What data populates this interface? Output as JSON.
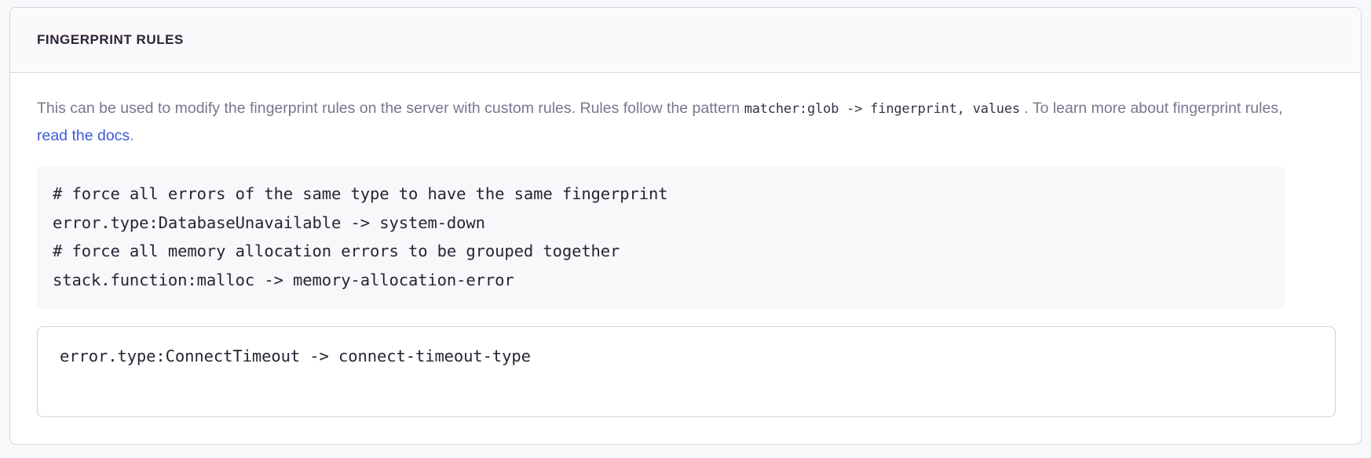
{
  "panel": {
    "title": "FINGERPRINT RULES",
    "description": {
      "part1": "This can be used to modify the fingerprint rules on the server with custom rules. Rules follow the pattern ",
      "code": "matcher:glob -> fingerprint, values",
      "part2": " . To learn more about fingerprint rules, ",
      "link_text": "read the docs",
      "part3": "."
    },
    "example_block": {
      "lines": [
        "# force all errors of the same type to have the same fingerprint",
        "error.type:DatabaseUnavailable -> system-down",
        "# force all memory allocation errors to be grouped together",
        "stack.function:malloc -> memory-allocation-error"
      ]
    },
    "rules_input": {
      "value": "error.type:ConnectTimeout -> connect-timeout-type",
      "placeholder": ""
    }
  },
  "colors": {
    "page_background": "#f7f8f9",
    "panel_background": "#ffffff",
    "panel_border": "#d7d5e0",
    "header_background": "#fafafc",
    "title_text": "#2f2236",
    "description_text": "#7a7690",
    "code_text": "#2b2233",
    "link": "#3b5bdb",
    "example_background": "#f7f8fa",
    "input_border": "#d2d0dd"
  }
}
